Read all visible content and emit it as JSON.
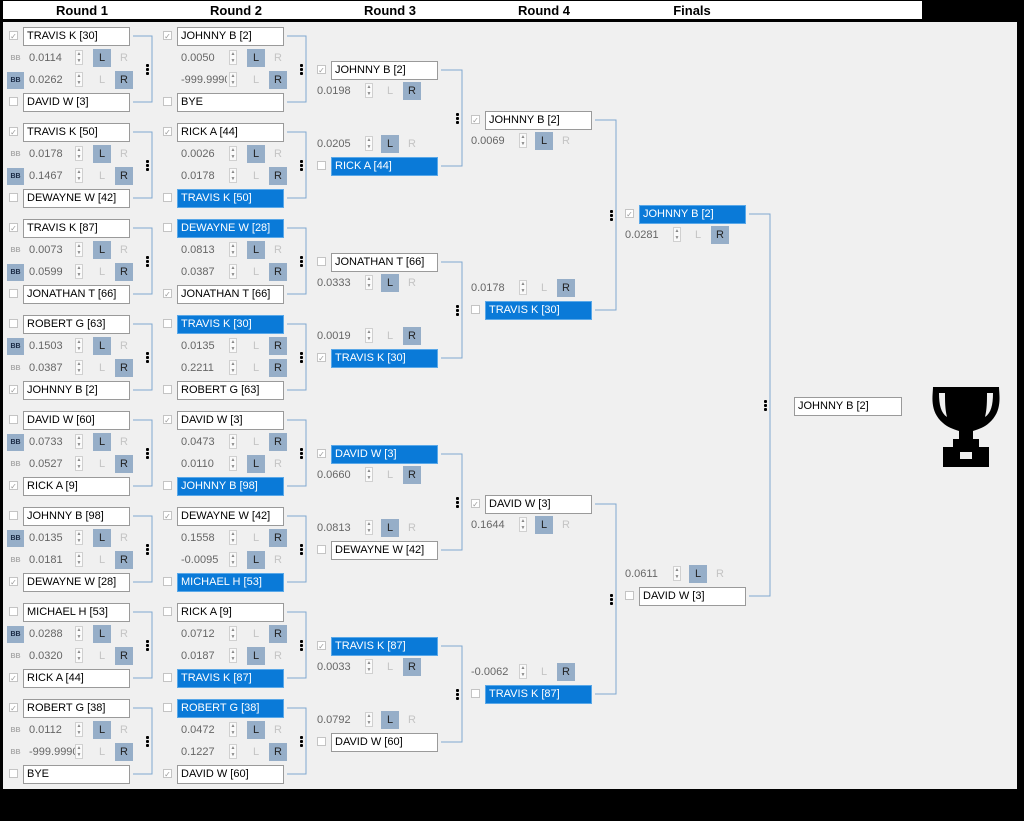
{
  "header": [
    "Round 1",
    "Round 2",
    "Round 3",
    "Round 4",
    "Finals"
  ],
  "champion": "JOHNNY B [2]",
  "rounds": [
    {
      "matches": [
        {
          "top": {
            "name": "TRAVIS K [30]",
            "checked": true,
            "sel": false,
            "score": "0.0114",
            "bb": false,
            "pick": "L"
          },
          "bottom": {
            "name": "DAVID W [3]",
            "checked": false,
            "sel": false,
            "score": "0.0262",
            "bb": true,
            "pick": "R"
          }
        },
        {
          "top": {
            "name": "TRAVIS K [50]",
            "checked": true,
            "sel": false,
            "score": "0.0178",
            "bb": false,
            "pick": "L"
          },
          "bottom": {
            "name": "DEWAYNE W [42]",
            "checked": false,
            "sel": false,
            "score": "0.1467",
            "bb": true,
            "pick": "R"
          }
        },
        {
          "top": {
            "name": "TRAVIS K [87]",
            "checked": true,
            "sel": false,
            "score": "0.0073",
            "bb": false,
            "pick": "L"
          },
          "bottom": {
            "name": "JONATHAN T [66]",
            "checked": false,
            "sel": false,
            "score": "0.0599",
            "bb": true,
            "pick": "R"
          }
        },
        {
          "top": {
            "name": "ROBERT G [63]",
            "checked": false,
            "sel": false,
            "score": "0.1503",
            "bb": true,
            "pick": "L"
          },
          "bottom": {
            "name": "JOHNNY B [2]",
            "checked": true,
            "sel": false,
            "score": "0.0387",
            "bb": false,
            "pick": "R"
          }
        },
        {
          "top": {
            "name": "DAVID W [60]",
            "checked": false,
            "sel": false,
            "score": "0.0733",
            "bb": true,
            "pick": "L"
          },
          "bottom": {
            "name": "RICK A [9]",
            "checked": true,
            "sel": false,
            "score": "0.0527",
            "bb": false,
            "pick": "R"
          }
        },
        {
          "top": {
            "name": "JOHNNY B [98]",
            "checked": false,
            "sel": false,
            "score": "0.0135",
            "bb": true,
            "pick": "L"
          },
          "bottom": {
            "name": "DEWAYNE W [28]",
            "checked": true,
            "sel": false,
            "score": "0.0181",
            "bb": false,
            "pick": "R"
          }
        },
        {
          "top": {
            "name": "MICHAEL H [53]",
            "checked": false,
            "sel": false,
            "score": "0.0288",
            "bb": true,
            "pick": "L"
          },
          "bottom": {
            "name": "RICK A [44]",
            "checked": true,
            "sel": false,
            "score": "0.0320",
            "bb": false,
            "pick": "R"
          }
        },
        {
          "top": {
            "name": "ROBERT G [38]",
            "checked": true,
            "sel": false,
            "score": "0.0112",
            "bb": false,
            "pick": "L"
          },
          "bottom": {
            "name": "BYE",
            "checked": false,
            "sel": false,
            "score": "-999.9990",
            "bb": false,
            "pick": "R"
          }
        }
      ]
    },
    {
      "matches": [
        {
          "top": {
            "name": "JOHNNY B [2]",
            "checked": true,
            "sel": false,
            "score": "0.0050",
            "bb": false,
            "pick": "L"
          },
          "bottom": {
            "name": "BYE",
            "checked": false,
            "sel": false,
            "score": "-999.9990",
            "bb": false,
            "pick": "R"
          }
        },
        {
          "top": {
            "name": "RICK A [44]",
            "checked": true,
            "sel": false,
            "score": "0.0026",
            "bb": false,
            "pick": "L"
          },
          "bottom": {
            "name": "TRAVIS K [50]",
            "checked": false,
            "sel": true,
            "score": "0.0178",
            "bb": false,
            "pick": "R"
          }
        },
        {
          "top": {
            "name": "DEWAYNE W [28]",
            "checked": false,
            "sel": true,
            "score": "0.0813",
            "bb": false,
            "pick": "L"
          },
          "bottom": {
            "name": "JONATHAN T [66]",
            "checked": true,
            "sel": false,
            "score": "0.0387",
            "bb": false,
            "pick": "R"
          }
        },
        {
          "top": {
            "name": "TRAVIS K [30]",
            "checked": false,
            "sel": true,
            "score": "0.0135",
            "bb": false,
            "pick": "R"
          },
          "bottom": {
            "name": "ROBERT G [63]",
            "checked": false,
            "sel": false,
            "score": "0.2211",
            "bb": false,
            "pick": "R"
          }
        },
        {
          "top": {
            "name": "DAVID W [3]",
            "checked": true,
            "sel": false,
            "score": "0.0473",
            "bb": false,
            "pick": "R"
          },
          "bottom": {
            "name": "JOHNNY B [98]",
            "checked": false,
            "sel": true,
            "score": "0.0110",
            "bb": false,
            "pick": "L"
          }
        },
        {
          "top": {
            "name": "DEWAYNE W [42]",
            "checked": true,
            "sel": false,
            "score": "0.1558",
            "bb": false,
            "pick": "R"
          },
          "bottom": {
            "name": "MICHAEL H [53]",
            "checked": false,
            "sel": true,
            "score": "-0.0095",
            "bb": false,
            "pick": "L"
          }
        },
        {
          "top": {
            "name": "RICK A [9]",
            "checked": false,
            "sel": false,
            "score": "0.0712",
            "bb": false,
            "pick": "R"
          },
          "bottom": {
            "name": "TRAVIS K [87]",
            "checked": false,
            "sel": true,
            "score": "0.0187",
            "bb": false,
            "pick": "L"
          }
        },
        {
          "top": {
            "name": "ROBERT G [38]",
            "checked": false,
            "sel": true,
            "score": "0.0472",
            "bb": false,
            "pick": "L"
          },
          "bottom": {
            "name": "DAVID W [60]",
            "checked": true,
            "sel": false,
            "score": "0.1227",
            "bb": false,
            "pick": "R"
          }
        }
      ]
    },
    {
      "matches": [
        {
          "top": {
            "name": "JOHNNY B [2]",
            "checked": true,
            "sel": false,
            "score": "0.0198",
            "pick": "R"
          },
          "bottom": {
            "name": "RICK A [44]",
            "checked": false,
            "sel": true,
            "score": "0.0205",
            "pick": "L"
          }
        },
        {
          "top": {
            "name": "JONATHAN T [66]",
            "checked": false,
            "sel": false,
            "score": "0.0333",
            "pick": "L"
          },
          "bottom": {
            "name": "TRAVIS K [30]",
            "checked": true,
            "sel": true,
            "score": "0.0019",
            "pick": "R"
          }
        },
        {
          "top": {
            "name": "DAVID W [3]",
            "checked": true,
            "sel": true,
            "score": "0.0660",
            "pick": "R"
          },
          "bottom": {
            "name": "DEWAYNE W [42]",
            "checked": false,
            "sel": false,
            "score": "0.0813",
            "pick": "L"
          }
        },
        {
          "top": {
            "name": "TRAVIS K [87]",
            "checked": true,
            "sel": true,
            "score": "0.0033",
            "pick": "R"
          },
          "bottom": {
            "name": "DAVID W [60]",
            "checked": false,
            "sel": false,
            "score": "0.0792",
            "pick": "L"
          }
        }
      ]
    },
    {
      "matches": [
        {
          "top": {
            "name": "JOHNNY B [2]",
            "checked": true,
            "sel": false,
            "score": "0.0069",
            "pick": "L"
          },
          "bottom": {
            "name": "TRAVIS K [30]",
            "checked": false,
            "sel": true,
            "score": "0.0178",
            "pick": "R"
          }
        },
        {
          "top": {
            "name": "DAVID W [3]",
            "checked": true,
            "sel": false,
            "score": "0.1644",
            "pick": "L"
          },
          "bottom": {
            "name": "TRAVIS K [87]",
            "checked": false,
            "sel": true,
            "score": "-0.0062",
            "pick": "R"
          }
        }
      ]
    },
    {
      "matches": [
        {
          "top": {
            "name": "JOHNNY B [2]",
            "checked": true,
            "sel": true,
            "score": "0.0281",
            "pick": "R"
          },
          "bottom": {
            "name": "DAVID W [3]",
            "checked": false,
            "sel": false,
            "score": "0.0611",
            "pick": "L"
          }
        }
      ]
    }
  ]
}
